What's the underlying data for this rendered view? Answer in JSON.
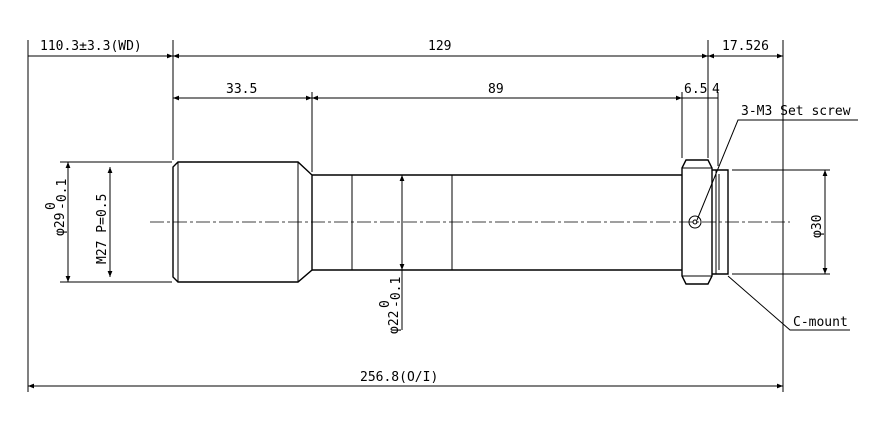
{
  "dimensions": {
    "wd": "110.3±3.3(WD)",
    "lens_length": "129",
    "flange_back": "17.526",
    "front_section": "33.5",
    "mid_section": "89",
    "rear_section_a": "6.5",
    "rear_section_b": "4",
    "total_length": "256.8(O/I)",
    "front_diameter_base": "φ29",
    "front_diameter_tol_upper": "0",
    "front_diameter_tol_lower": "-0.1",
    "thread_spec": "M27 P=0.5",
    "barrel_diameter_base": "φ22",
    "barrel_diameter_tol_upper": "0",
    "barrel_diameter_tol_lower": "-0.1",
    "mount_diameter": "φ30"
  },
  "callouts": {
    "set_screw": "3-M3 Set screw",
    "mount": "C-mount"
  }
}
